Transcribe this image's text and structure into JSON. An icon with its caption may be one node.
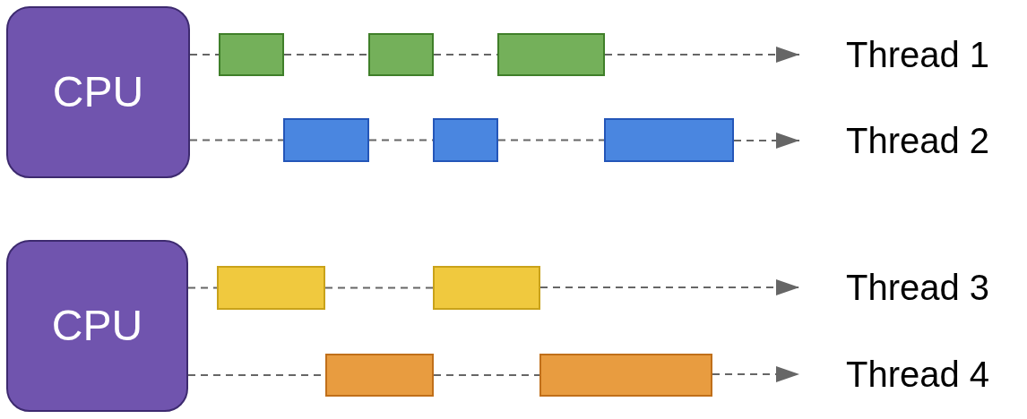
{
  "diagram": {
    "nodes": [
      {
        "text": [
          "CPU"
        ]
      },
      {
        "text": [],
        "shape": "bar"
      },
      {
        "text": [],
        "shape": "bar"
      },
      {
        "text": [],
        "shape": "bar"
      },
      {
        "text": [
          "Thread 1"
        ]
      },
      {
        "text": [],
        "shape": "bar"
      },
      {
        "text": [],
        "shape": "bar"
      },
      {
        "text": [],
        "shape": "bar"
      },
      {
        "text": [
          "Thread 2"
        ]
      },
      {
        "text": [
          "CPU"
        ]
      },
      {
        "text": [],
        "shape": "bar"
      },
      {
        "text": [],
        "shape": "bar"
      },
      {
        "text": [
          "Thread 3"
        ]
      },
      {
        "text": [],
        "shape": "bar"
      },
      {
        "text": [],
        "shape": "bar"
      },
      {
        "text": [
          "Thread 4"
        ]
      }
    ],
    "edges": [
      {
        "from": 0,
        "to": 1,
        "arrow": "none",
        "style": "dashed"
      },
      {
        "from": 1,
        "to": 2,
        "arrow": "none",
        "style": "dashed"
      },
      {
        "from": 2,
        "to": 3,
        "arrow": "none",
        "style": "dashed"
      },
      {
        "from": 3,
        "to": 4,
        "arrow": "to",
        "style": "dashed"
      },
      {
        "from": 0,
        "to": 5,
        "arrow": "none",
        "style": "dashed"
      },
      {
        "from": 5,
        "to": 6,
        "arrow": "none",
        "style": "dashed"
      },
      {
        "from": 6,
        "to": 7,
        "arrow": "none",
        "style": "dashed"
      },
      {
        "from": 7,
        "to": 8,
        "arrow": "to",
        "style": "dashed"
      },
      {
        "from": 9,
        "to": 10,
        "arrow": "none",
        "style": "dashed"
      },
      {
        "from": 10,
        "to": 11,
        "arrow": "none",
        "style": "dashed"
      },
      {
        "from": 11,
        "to": 12,
        "arrow": "to",
        "style": "dashed"
      },
      {
        "from": 9,
        "to": 13,
        "arrow": "none",
        "style": "dashed"
      },
      {
        "from": 13,
        "to": 14,
        "arrow": "none",
        "style": "dashed"
      },
      {
        "from": 14,
        "to": 15,
        "arrow": "to",
        "style": "dashed"
      }
    ]
  }
}
